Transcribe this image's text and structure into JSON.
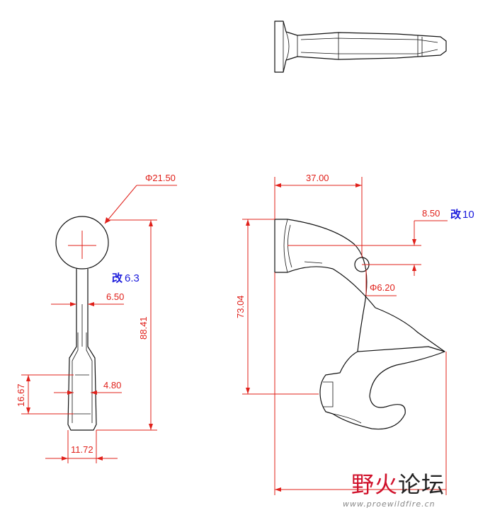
{
  "dimensions": {
    "ball_diameter": "Φ21.50",
    "neck_width": "6.50",
    "overall_height_front": "88.41",
    "body_height": "16.67",
    "slot_width": "4.80",
    "base_width": "11.72",
    "top_length": "37.00",
    "hole_offset": "8.50",
    "hole_diameter": "Φ6.20",
    "side_height": "73.04"
  },
  "revisions": {
    "mark": "改",
    "neck_revision": "6.3",
    "hole_revision": "10"
  },
  "watermark": {
    "title_part1": "野",
    "title_part2": "火",
    "title_part3": "论坛",
    "url": "www.proewildfire.cn"
  },
  "colors": {
    "dimension": "#e0201a",
    "revision": "#1a1adc",
    "outline": "#111111"
  }
}
